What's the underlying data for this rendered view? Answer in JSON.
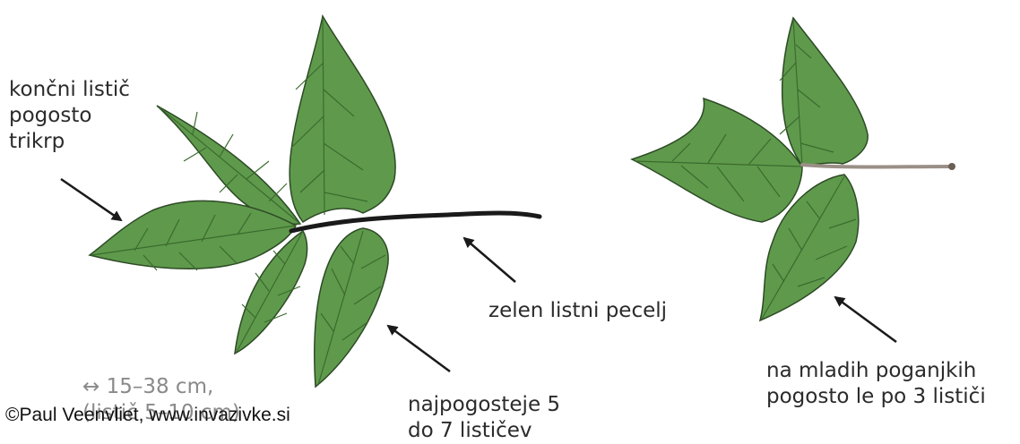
{
  "labels": {
    "terminal_leaflet": "končni listič\npogosto\ntrikrp",
    "petiole": "zelen listni pecelj",
    "young_shoots": "na mladih poganjkih\npogosto le po 3 lističi",
    "leaflet_count": "najpogosteje 5\ndo 7 lističev",
    "size": "↔ 15–38 cm,\n(listič 5–10 cm)"
  },
  "copyright": "©Paul Veenvliet, www.invazivke.si",
  "colors": {
    "leaf_fill": "#5f9a4c",
    "leaf_vein": "#3a6b2e",
    "leaf_outline": "#2d4a25",
    "petiole_dark": "#1a1a1a",
    "petiole_grey": "#9a8f86",
    "arrow": "#1a1a1a"
  }
}
